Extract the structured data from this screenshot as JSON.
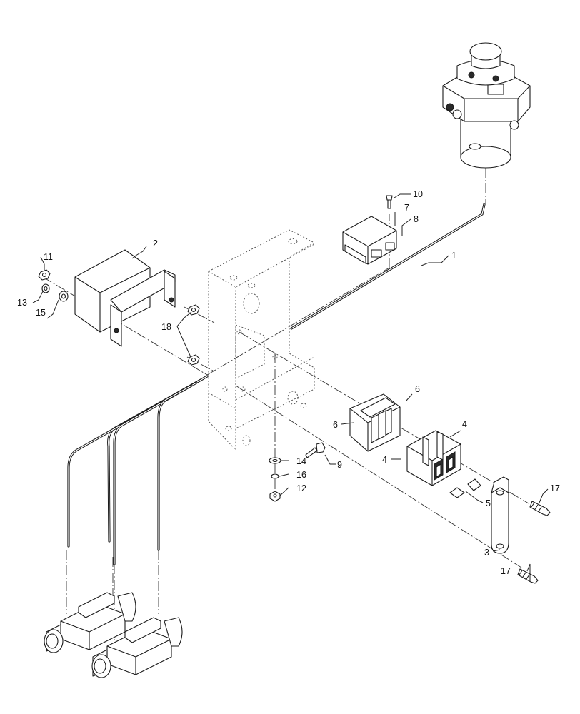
{
  "callouts": [
    {
      "id": "c1",
      "text": "1"
    },
    {
      "id": "c2",
      "text": "2"
    },
    {
      "id": "c3",
      "text": "3"
    },
    {
      "id": "c4a",
      "text": "4"
    },
    {
      "id": "c4b",
      "text": "4"
    },
    {
      "id": "c5",
      "text": "5"
    },
    {
      "id": "c6a",
      "text": "6"
    },
    {
      "id": "c6b",
      "text": "6"
    },
    {
      "id": "c7",
      "text": "7"
    },
    {
      "id": "c8",
      "text": "8"
    },
    {
      "id": "c9",
      "text": "9"
    },
    {
      "id": "c10",
      "text": "10"
    },
    {
      "id": "c11",
      "text": "11"
    },
    {
      "id": "c12",
      "text": "12"
    },
    {
      "id": "c13",
      "text": "13"
    },
    {
      "id": "c14",
      "text": "14"
    },
    {
      "id": "c15",
      "text": "15"
    },
    {
      "id": "c16",
      "text": "16"
    },
    {
      "id": "c17a",
      "text": "17"
    },
    {
      "id": "c17b",
      "text": "17"
    },
    {
      "id": "c18",
      "text": "18"
    }
  ]
}
